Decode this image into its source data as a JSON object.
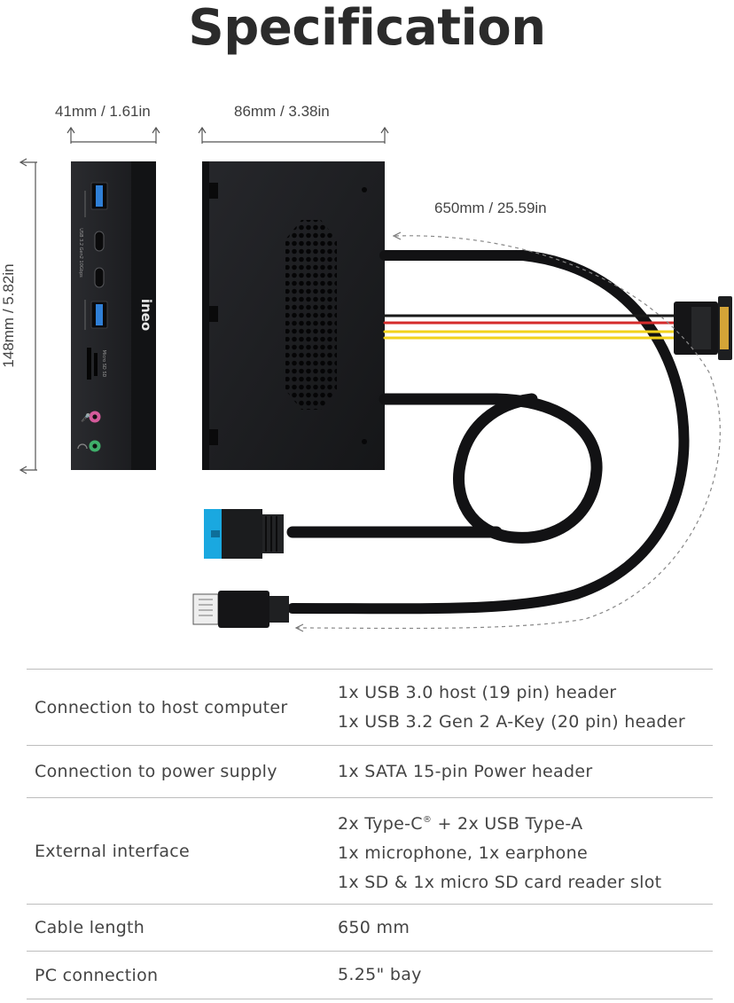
{
  "title": "Specification",
  "dimensions": {
    "depth": "41mm / 1.61in",
    "width": "86mm / 3.38in",
    "height": "148mm / 5.82in",
    "cable": "650mm / 25.59in"
  },
  "device": {
    "brand": "ineo",
    "port_label_usb": "USB 3.2 Gen2 10Gbps",
    "port_label_sd": "Micro SD  SD"
  },
  "specs": [
    {
      "label": "Connection to host computer",
      "values": [
        "1x USB 3.0 host (19 pin) header",
        "1x USB 3.2 Gen 2 A-Key (20 pin) header"
      ]
    },
    {
      "label": "Connection to power supply",
      "values": [
        "1x SATA 15-pin Power header"
      ]
    },
    {
      "label": "External interface",
      "values": [
        "2x Type-C",
        "1x microphone, 1x earphone",
        "1x SD & 1x micro SD card reader slot"
      ],
      "first_suffix": " + 2x USB Type-A",
      "first_sup": "®"
    },
    {
      "label": "Cable length",
      "values": [
        "650 mm"
      ]
    },
    {
      "label": "PC connection",
      "values": [
        "5.25\" bay"
      ]
    }
  ],
  "colors": {
    "device_body": "#1d1e21",
    "usb3_blue": "#2f7fd6",
    "header_blue": "#1aa8e0",
    "mic_pink": "#d45a9a",
    "audio_green": "#3fae6a",
    "sata_red": "#d42b2b",
    "sata_yellow": "#f2d21b"
  }
}
